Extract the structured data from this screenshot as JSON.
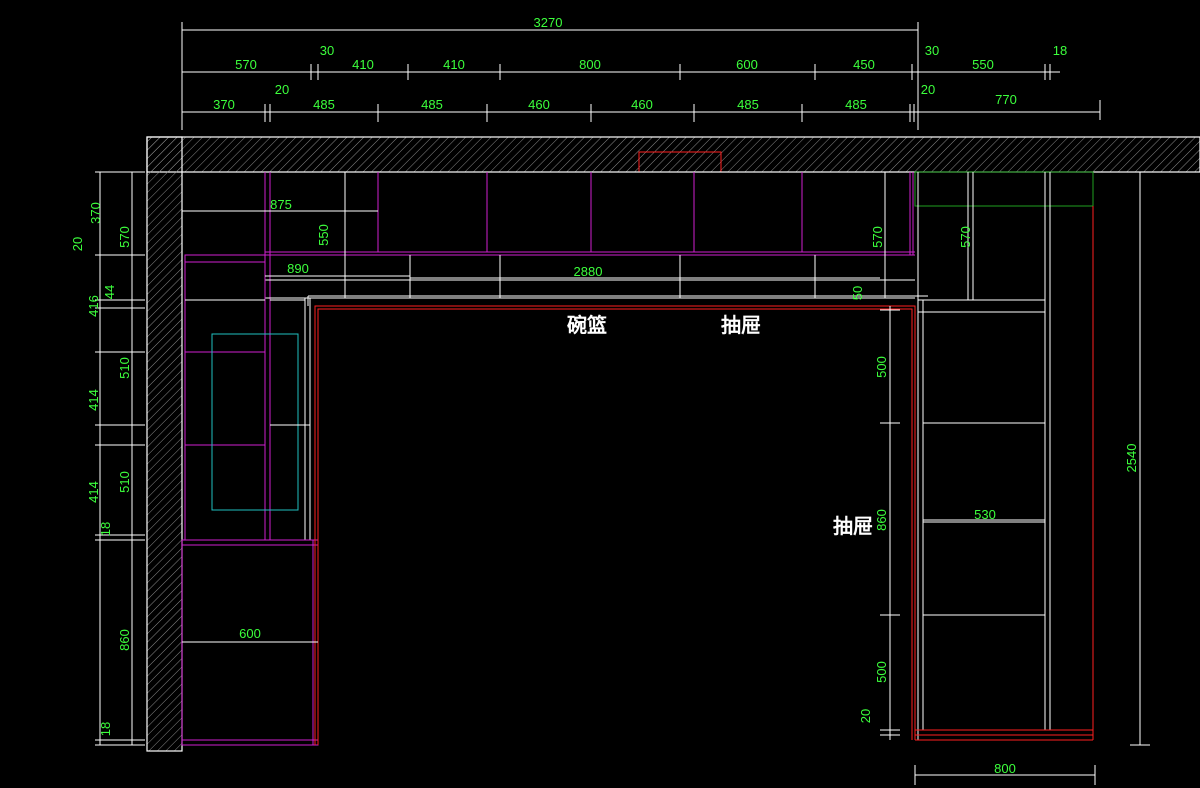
{
  "colors": {
    "background": "#000000",
    "dimension": "#3cff3c",
    "wall_outline": "#ffffff",
    "cabinet_magenta": "#d020d0",
    "cabinet_red": "#ff2020",
    "cyan": "#20c0c0",
    "green_box": "#20a020",
    "label": "#ffffff"
  },
  "labels": {
    "bowl_basket": "碗篮",
    "drawer_top": "抽屉",
    "drawer_right": "抽屉"
  },
  "dims": {
    "overall_top": "3270",
    "row1": [
      "570",
      "30",
      "410",
      "410",
      "800",
      "600",
      "450",
      "30",
      "550",
      "18"
    ],
    "row2": [
      "370",
      "20",
      "485",
      "485",
      "460",
      "460",
      "485",
      "485",
      "20",
      "770"
    ],
    "upper_875": "875",
    "upper_550": "550",
    "upper_890": "890",
    "upper_2880": "2880",
    "upper_570_mid": "570",
    "upper_570_right": "570",
    "upper_50": "50",
    "left_outer": [
      "370",
      "20",
      "570",
      "416",
      "44",
      "510",
      "414",
      "510",
      "414",
      "18",
      "860",
      "18"
    ],
    "right_vertical": [
      "500",
      "860",
      "500",
      "20"
    ],
    "right_overall": "2540",
    "right_inner_530": "530",
    "bottom_600": "600",
    "bottom_800": "800"
  }
}
